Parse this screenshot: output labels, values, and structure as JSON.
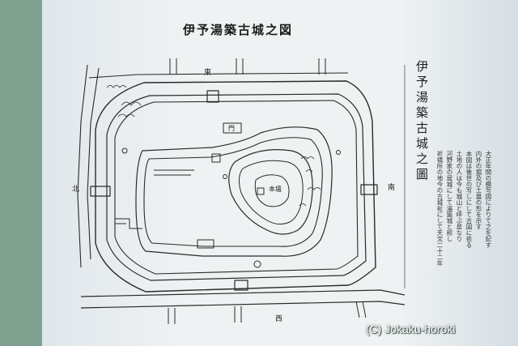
{
  "map": {
    "title": "伊予湯築古城之図",
    "vertical_title": "伊予湯築古城之圖",
    "notes": [
      "祈禱所の地今の古城祉にして天文二十二年",
      "河野家の居城にして湯築城と称し",
      "土地の人は今も城山と呼ぶ是なり",
      "本図は後世の写しにして古図に依る",
      "内外の堀及び土塁の形を示す",
      "大正年間の模写図によりて之を記す"
    ],
    "labels": {
      "west": "北",
      "east": "南",
      "south": "西",
      "north": "東",
      "honmaru": "本壇",
      "gate": "門"
    },
    "copyright": "(C) Jokaku-horoki"
  }
}
